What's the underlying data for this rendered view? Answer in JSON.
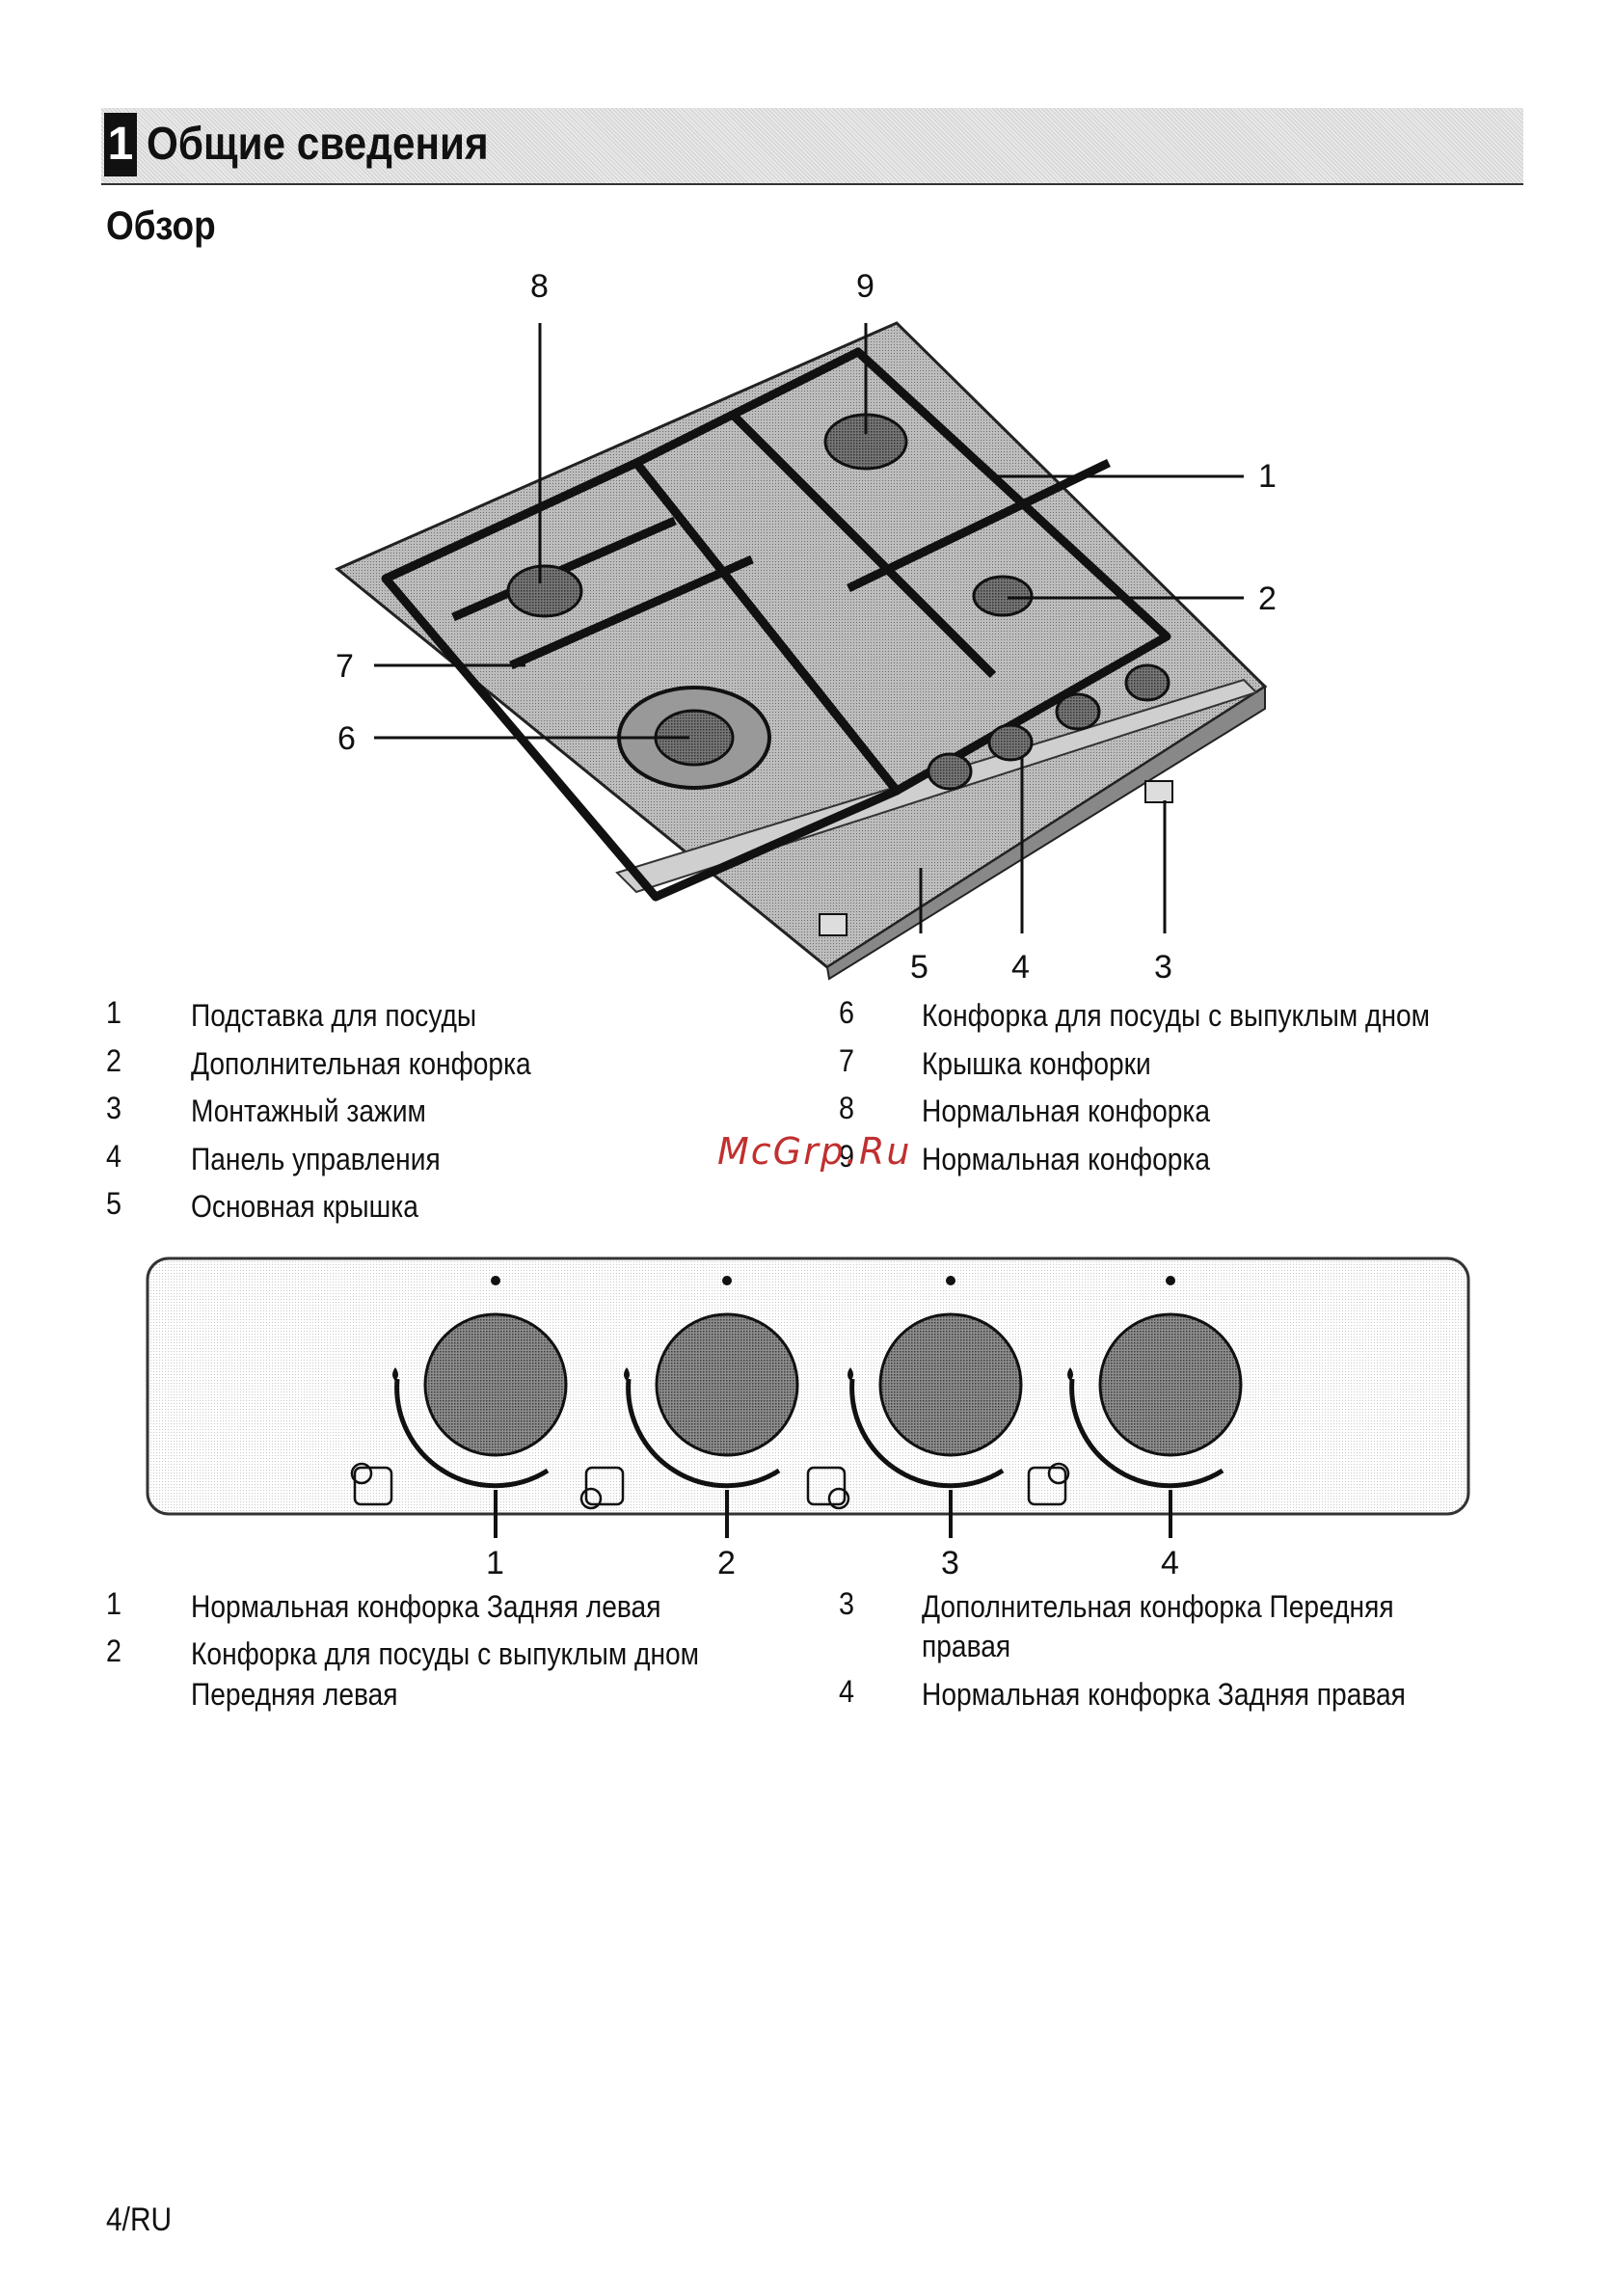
{
  "header": {
    "section_number": "1",
    "title": "Общие сведения"
  },
  "subtitle": "Обзор",
  "figure1": {
    "callouts": [
      "8",
      "9",
      "1",
      "2",
      "7",
      "6",
      "5",
      "4",
      "3"
    ]
  },
  "legend1": {
    "left": [
      {
        "num": "1",
        "text": "Подставка для посуды"
      },
      {
        "num": "2",
        "text": "Дополнительная конфорка"
      },
      {
        "num": "3",
        "text": "Монтажный зажим"
      },
      {
        "num": "4",
        "text": "Панель управления"
      },
      {
        "num": "5",
        "text": "Основная крышка"
      }
    ],
    "right": [
      {
        "num": "6",
        "text": "Конфорка для посуды с выпуклым дном"
      },
      {
        "num": "7",
        "text": "Крышка конфорки"
      },
      {
        "num": "8",
        "text": "Нормальная конфорка"
      },
      {
        "num": "9",
        "text": "Нормальная конфорка"
      }
    ]
  },
  "watermark": "McGrp.Ru",
  "figure2": {
    "callouts": [
      "1",
      "2",
      "3",
      "4"
    ]
  },
  "legend2": {
    "left": [
      {
        "num": "1",
        "line1": "Нормальная конфорка Задняя левая",
        "line2": ""
      },
      {
        "num": "2",
        "line1": "Конфорка для посуды с выпуклым дном",
        "line2": "Передняя левая"
      }
    ],
    "right": [
      {
        "num": "3",
        "line1": "Дополнительная конфорка Передняя",
        "line2": "правая"
      },
      {
        "num": "4",
        "line1": "Нормальная конфорка Задняя правая",
        "line2": ""
      }
    ]
  },
  "footer": {
    "page": "4/RU"
  },
  "colors": {
    "watermark": "#c0302f",
    "ink": "#111111"
  }
}
